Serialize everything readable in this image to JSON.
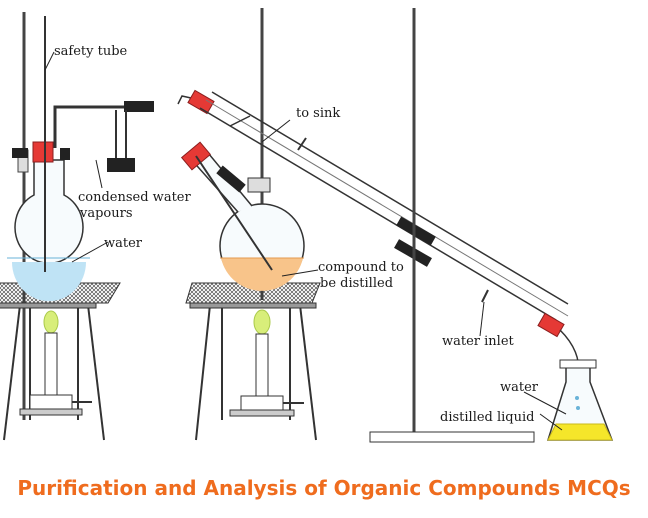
{
  "labels": {
    "safety_tube": "safety tube",
    "to_sink": "to sink",
    "condensed_1": "condensed water",
    "condensed_2": "vapours",
    "water_flask": "water",
    "compound_1": "compound to",
    "compound_2": "be distilled",
    "water_inlet": "water inlet",
    "water_beaker": "water",
    "distilled_liquid": "distilled liquid"
  },
  "footer": {
    "title": "Purification and Analysis of Organic Compounds MCQs"
  },
  "colors": {
    "water": "#bfe3f5",
    "compound": "#f8c48a",
    "distilled_liquid": "#f5e62a",
    "stopper": "#e53935",
    "flame": "#d8ee7a",
    "footer_text": "#ef6c1e"
  }
}
